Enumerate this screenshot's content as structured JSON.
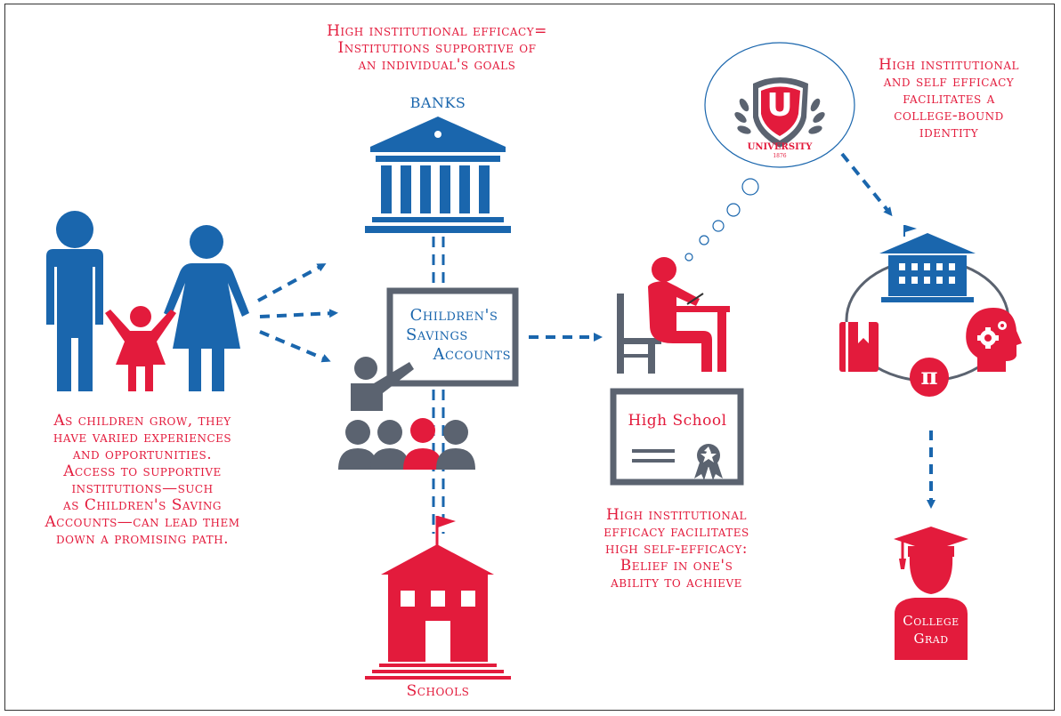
{
  "texts": {
    "institutional_line1": "High institutional efficacy=",
    "institutional_line2": "Institutions supportive of",
    "institutional_line3": "an individual's goals",
    "banks": "BANKS",
    "csa_line1": "Children's",
    "csa_line2": "Savings",
    "csa_line3": "Accounts",
    "high_school": "High School",
    "schools": "Schools",
    "children_line1": "As children grow, they",
    "children_line2": "have varied experiences",
    "children_line3": "and opportunities.",
    "children_line4": "Access to supportive",
    "children_line5": "institutions—such",
    "children_line6": "as Children's Saving",
    "children_line7": "Accounts—can lead them",
    "children_line8": "down a promising path.",
    "self_line1": "High institutional",
    "self_line2": "efficacy facilitates",
    "self_line3": "high self-efficacy:",
    "self_line4": "Belief in one's",
    "self_line5": "ability to achieve",
    "college_line1": "High institutional",
    "college_line2": "and self efficacy",
    "college_line3": "facilitates a",
    "college_line4": "college-bound",
    "college_line5": "identity",
    "university_letter": "U",
    "university_name": "UNIVERSITY",
    "university_year": "1876",
    "pi_symbol": "π",
    "grad_line1": "College",
    "grad_line2": "Grad"
  },
  "colors": {
    "red": "#e31b3c",
    "blue": "#1a66ad",
    "gray": "#5b6370"
  },
  "icons": [
    "family-icon",
    "bank-icon",
    "teacher-class-icon",
    "school-icon",
    "student-desk-icon",
    "diploma-icon",
    "university-crest-icon",
    "campus-icon",
    "book-icon",
    "head-gears-icon",
    "pi-icon",
    "graduate-icon"
  ]
}
